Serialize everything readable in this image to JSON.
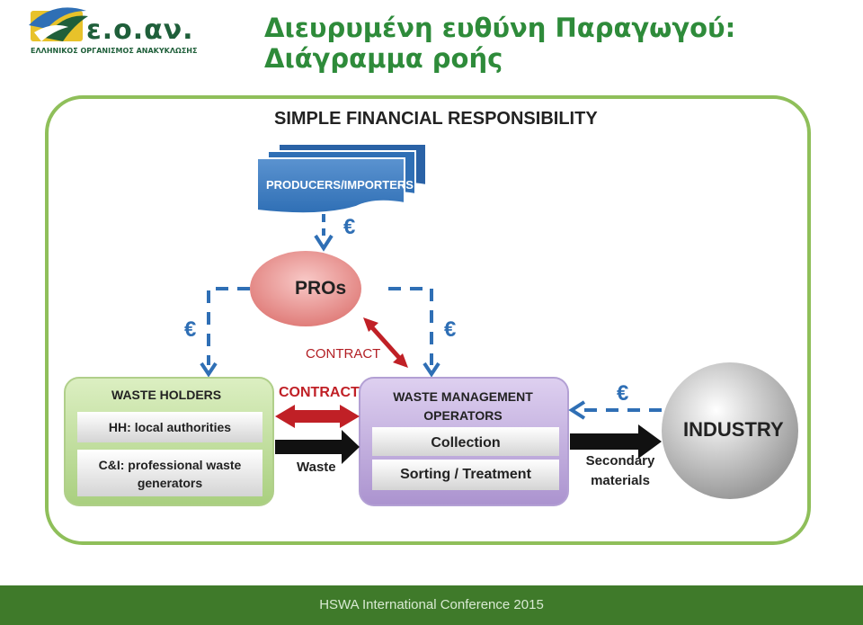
{
  "logo": {
    "name": "ε.ο.αν.",
    "subtitle": "ΕΛΛΗΝΙΚΟΣ ΟΡΓΑΝΙΣΜΟΣ ΑΝΑΚΥΚΛΩΣΗΣ",
    "colors": {
      "green": "#1f5f3a",
      "yellow": "#e8c22a",
      "blue": "#2f6fb5"
    }
  },
  "header": {
    "title_line1": "Διευρυμένη ευθύνη Παραγωγού:",
    "title_line2": "Διάγραμμα ροής"
  },
  "diagram": {
    "title": "SIMPLE FINANCIAL RESPONSIBILITY",
    "producers": "PRODUCERS/IMPORTERS",
    "pros": "PROs",
    "contract_top": "CONTRACT",
    "contract_mid": "CONTRACT",
    "euro": "€",
    "waste_holders": {
      "title": "WASTE HOLDERS",
      "items": [
        "HH: local authorities",
        "C&I: professional waste generators"
      ]
    },
    "wmo": {
      "title": "WASTE MANAGEMENT OPERATORS",
      "items": [
        "Collection",
        "Sorting / Treatment"
      ]
    },
    "waste": "Waste",
    "secondary": "Secondary materials",
    "industry": "INDUSTRY",
    "colors": {
      "frame": "#8fbf5a",
      "producers": "#2f6fb5",
      "pros": "#ef9a9a",
      "waste_holders": "#c9e4a4",
      "wmo": "#c8b4e2",
      "contract_arrow": "#c02026",
      "euro_flow": "#2f6fb5"
    }
  },
  "footer": {
    "text": "HSWA International Conference 2015",
    "color": "#3f7a2a"
  }
}
